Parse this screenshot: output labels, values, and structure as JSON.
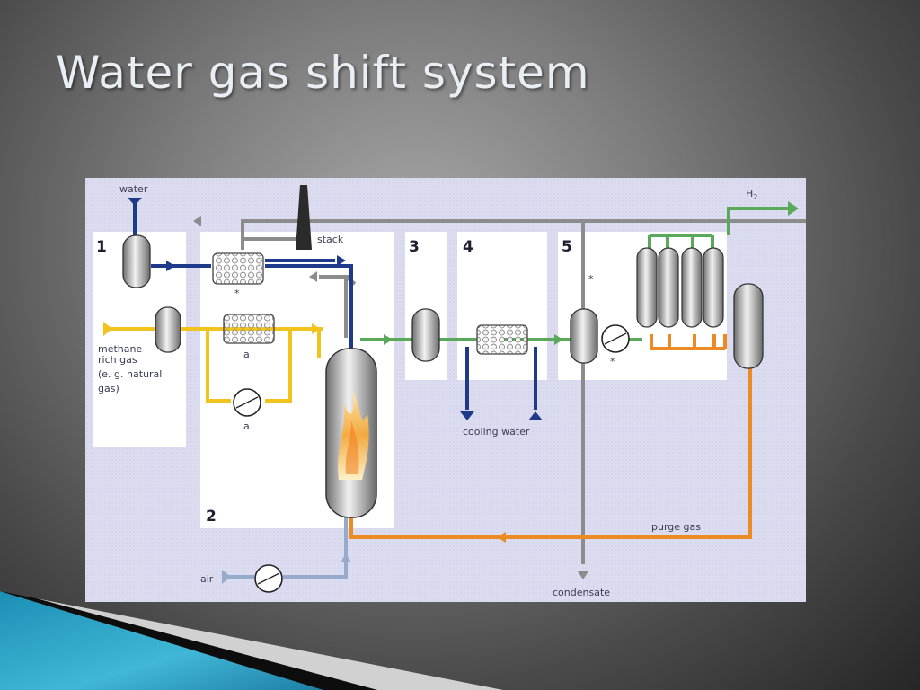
{
  "slide": {
    "title": "Water gas shift system"
  },
  "diagram": {
    "sections": [
      "1",
      "2",
      "3",
      "4",
      "5"
    ],
    "labels": {
      "water": "water",
      "stack": "stack",
      "h2": "H",
      "h2_sub": "2",
      "methane_1": "methane",
      "methane_2": "rich gas",
      "methane_3": "(e. g. natural",
      "methane_4": "gas)",
      "a_exchanger": "a",
      "a_pump": "a",
      "star_1": "*",
      "star_2": "*",
      "star_3": "*",
      "cooling_water": "cooling water",
      "purge_gas": "purge gas",
      "air": "air",
      "condensate": "condensate"
    },
    "stream_colors": {
      "water": "#1f3a8a",
      "methane": "#f2c31d",
      "flue": "#8c8c8c",
      "syngas": "#5aa95a",
      "purge": "#ec8a23",
      "air": "#98aacb"
    }
  }
}
